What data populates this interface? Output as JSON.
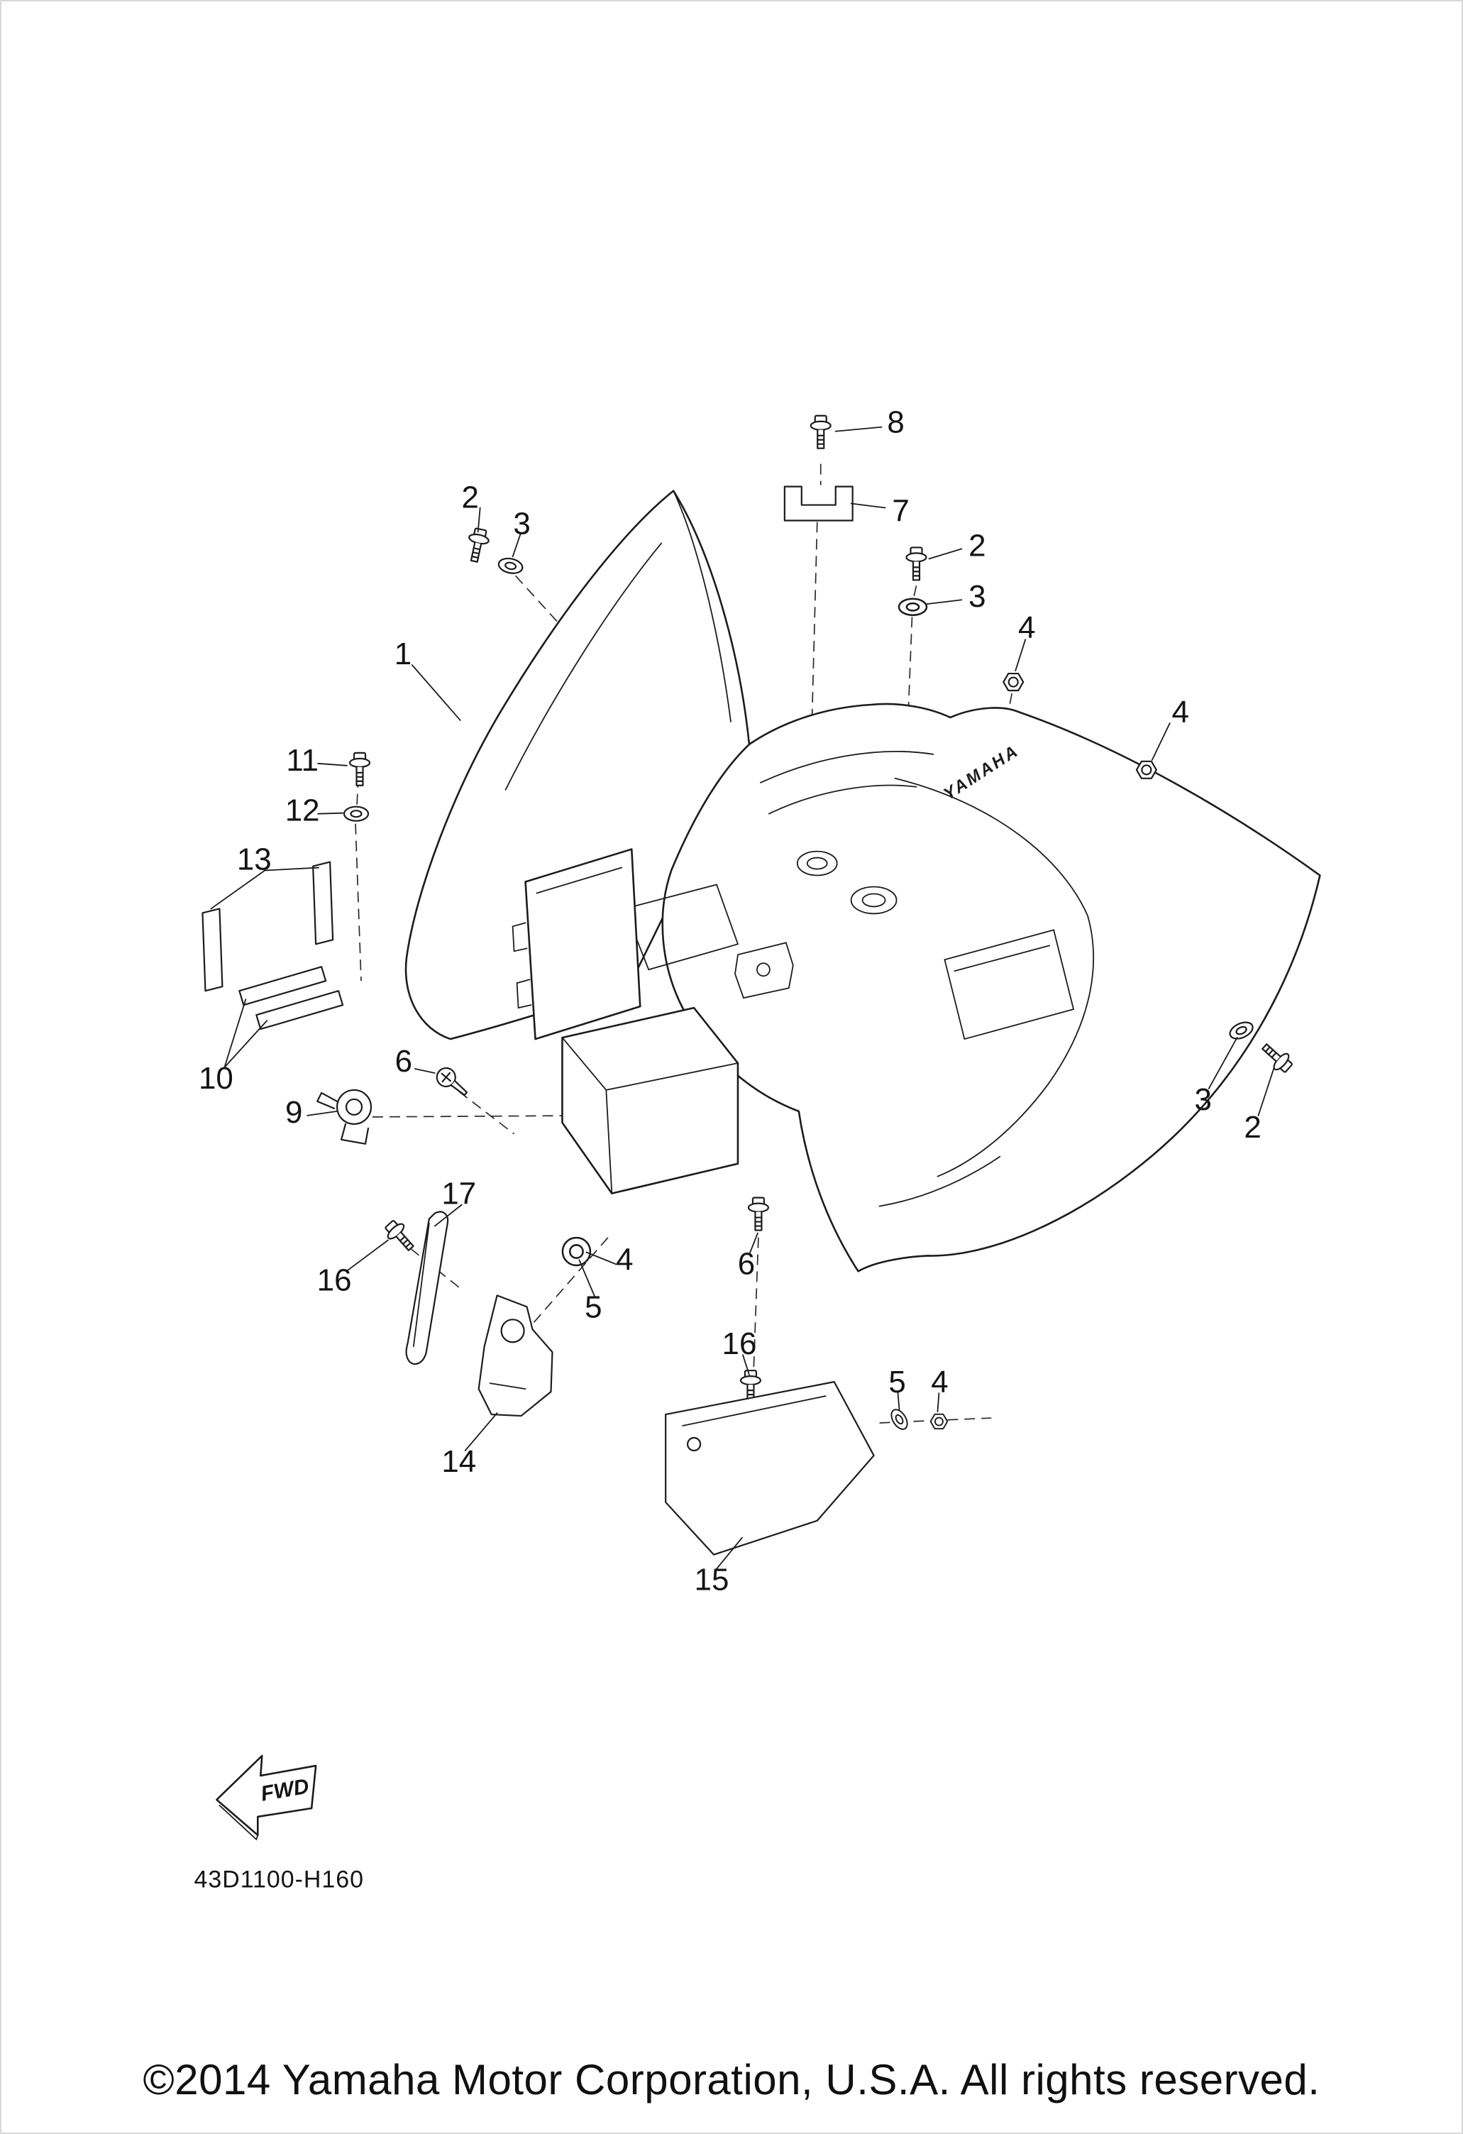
{
  "diagram": {
    "code": "43D1100-H160",
    "fwd_label": "FWD",
    "brand_label": "YAMAHA",
    "copyright": "©2014 Yamaha Motor Corporation, U.S.A. All rights reserved."
  },
  "callouts": [
    "8",
    "7",
    "2",
    "3",
    "2",
    "3",
    "4",
    "4",
    "1",
    "11",
    "12",
    "13",
    "10",
    "9",
    "6",
    "3",
    "2",
    "17",
    "16",
    "4",
    "5",
    "6",
    "16",
    "14",
    "5",
    "4",
    "15"
  ]
}
